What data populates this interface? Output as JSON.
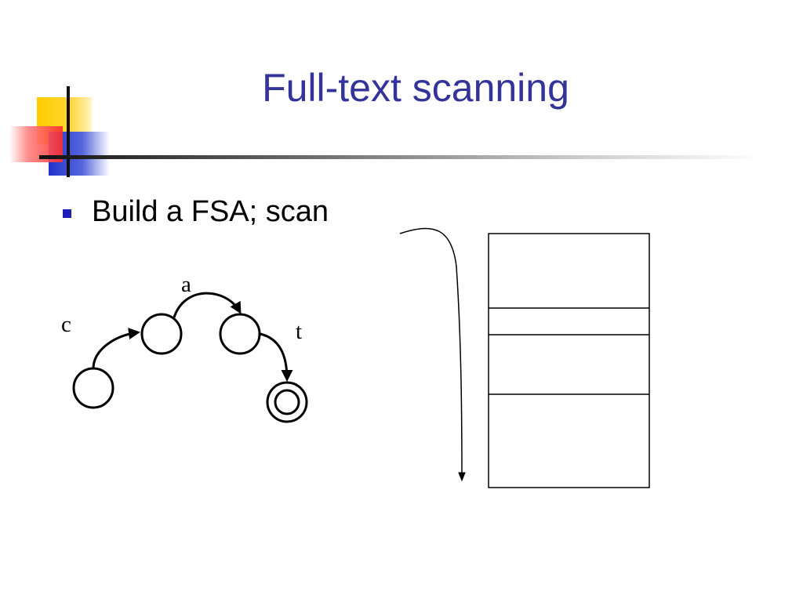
{
  "slide": {
    "title": "Full-text scanning",
    "bullets": [
      "Build a FSA; scan"
    ]
  },
  "fsa": {
    "transitions": [
      "c",
      "a",
      "t"
    ]
  },
  "colors": {
    "title": "#333399",
    "bullet": "#1f1fb8",
    "deco_yellow": "#ffcc00",
    "deco_red": "#ff3333",
    "deco_blue": "#2233cc"
  }
}
